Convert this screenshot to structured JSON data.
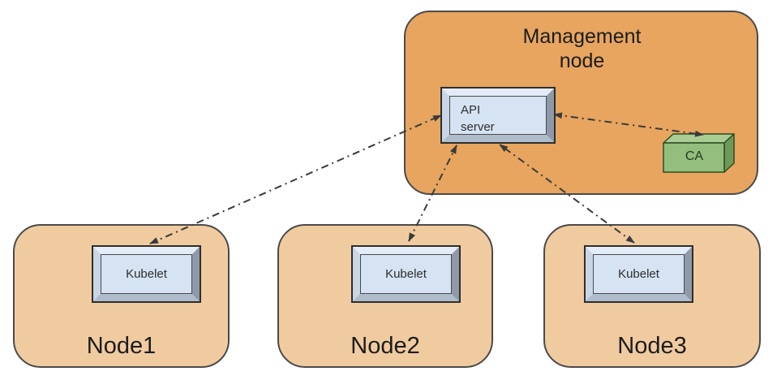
{
  "diagram": {
    "management_node": {
      "label": "Management node"
    },
    "api_server": {
      "label": "API server"
    },
    "ca": {
      "label": "CA"
    },
    "nodes": [
      {
        "label": "Node1",
        "component": "Kubelet"
      },
      {
        "label": "Node2",
        "component": "Kubelet"
      },
      {
        "label": "Node3",
        "component": "Kubelet"
      }
    ],
    "connections": [
      {
        "from": "Kubelet (Node1)",
        "to": "API server",
        "bidirectional": true,
        "style": "dash-dot"
      },
      {
        "from": "Kubelet (Node2)",
        "to": "API server",
        "bidirectional": true,
        "style": "dash-dot"
      },
      {
        "from": "Kubelet (Node3)",
        "to": "API server",
        "bidirectional": true,
        "style": "dash-dot"
      },
      {
        "from": "CA",
        "to": "API server",
        "bidirectional": true,
        "style": "dash-dot"
      }
    ],
    "colors": {
      "management_node_fill": "#E7A560",
      "worker_node_fill": "#F1CBA0",
      "node_outline": "#4A4A4A",
      "component_box_face": "#D5E3F2",
      "ca_front": "#93BE7D",
      "ca_top": "#A9CD93",
      "ca_side": "#6E9A59",
      "arrow": "#3A3A3A",
      "background": "#FFFFFF"
    }
  }
}
